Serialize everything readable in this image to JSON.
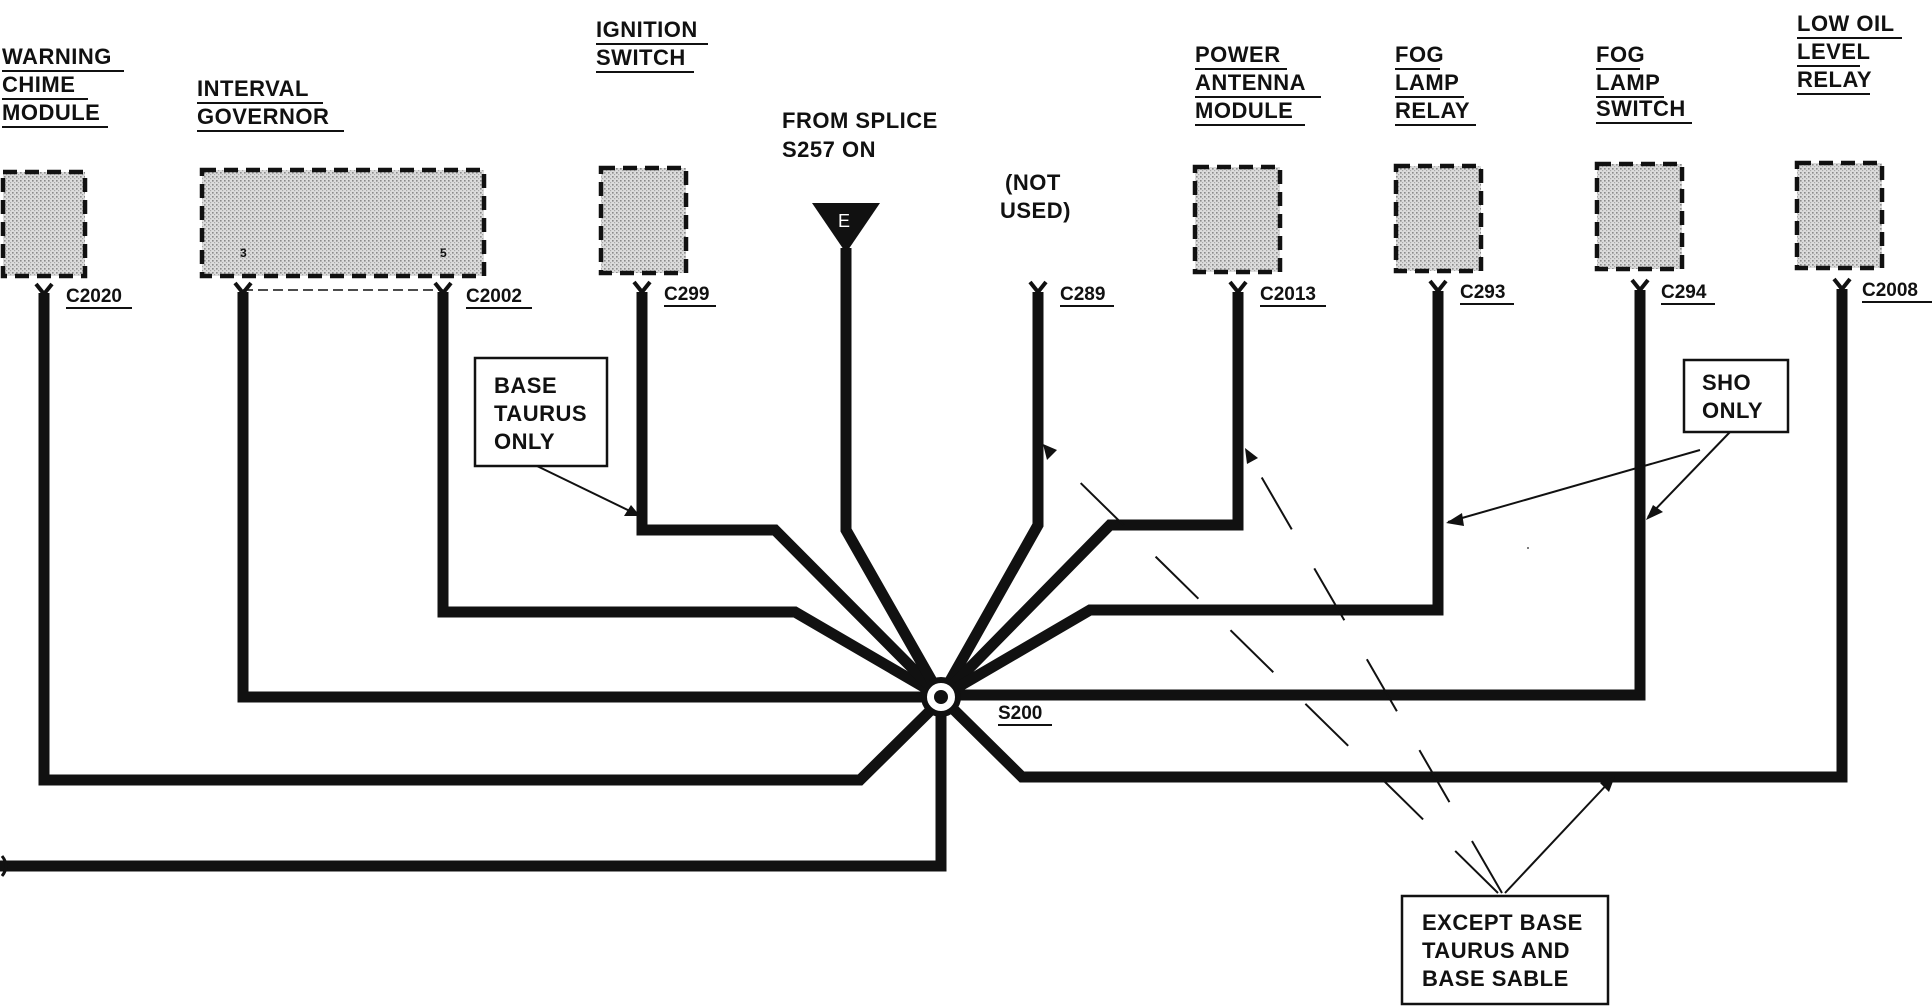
{
  "components": [
    {
      "id": "warning-chime",
      "label": [
        "WARNING",
        "CHIME",
        "MODULE"
      ],
      "connector": "C2020"
    },
    {
      "id": "interval-governor",
      "label": [
        "INTERVAL",
        "GOVERNOR"
      ],
      "connector": "C2002",
      "pins": [
        "3",
        "5"
      ]
    },
    {
      "id": "ignition-switch",
      "label": [
        "IGNITION",
        "SWITCH"
      ],
      "connector": "C299"
    },
    {
      "id": "splice",
      "label": [
        "FROM SPLICE",
        "S257 ON"
      ],
      "ground_letter": "E"
    },
    {
      "id": "not-used",
      "label": [
        "(NOT",
        "USED)"
      ],
      "connector": "C289"
    },
    {
      "id": "power-antenna",
      "label": [
        "POWER",
        "ANTENNA",
        "MODULE"
      ],
      "connector": "C2013"
    },
    {
      "id": "fog-lamp-relay",
      "label": [
        "FOG",
        "LAMP",
        "RELAY"
      ],
      "connector": "C293"
    },
    {
      "id": "fog-lamp-switch",
      "label": [
        "FOG",
        "LAMP",
        "SWITCH"
      ],
      "connector": "C294"
    },
    {
      "id": "low-oil-relay",
      "label": [
        "LOW OIL",
        "LEVEL",
        "RELAY"
      ],
      "connector": "C2008"
    }
  ],
  "splice_label": "S200",
  "callouts": {
    "base_taurus": [
      "BASE",
      "TAURUS",
      "ONLY"
    ],
    "sho": [
      "SHO",
      "ONLY"
    ],
    "except": [
      "EXCEPT BASE",
      "TAURUS AND",
      "BASE SABLE"
    ]
  },
  "colors": {
    "ink": "#111111",
    "fill": "#d2d2d2",
    "background": "#ffffff"
  }
}
